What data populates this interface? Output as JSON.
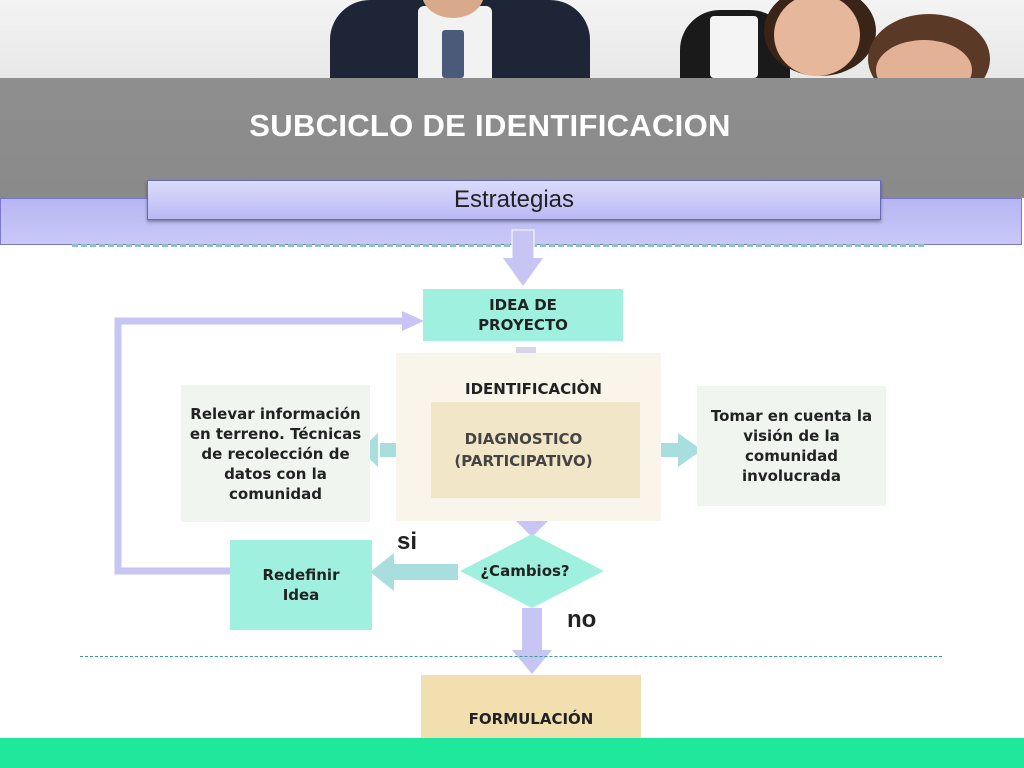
{
  "header": {
    "title": "SUBCICLO DE IDENTIFICACION",
    "subtitle_box": "Estrategias"
  },
  "diagram": {
    "idea_de_proyecto": "IDEA DE PROYECTO",
    "identificacion": "IDENTIFICACIÒN",
    "diagnostico_line1": "DIAGNOSTICO",
    "diagnostico_line2": "(PARTICIPATIVO)",
    "relevar": "Relevar información en terreno. Técnicas de recolección de datos con la comunidad",
    "tomar": "Tomar en cuenta la visión de la comunidad involucrada",
    "cambios": "¿Cambios?",
    "si": "si",
    "no": "no",
    "redefinir": "Redefinir Idea",
    "formulacion": "FORMULACIÓN"
  },
  "colors": {
    "title_band": "#8e8e8e",
    "lavender": "#b7b6f3",
    "mint": "#9ff0df",
    "arrow_lilac": "#c7c5f3",
    "arrow_teal": "#a9dede",
    "cream": "#f2e6c8",
    "tan": "#f1dfb0",
    "green_bar": "#1ee89a"
  }
}
